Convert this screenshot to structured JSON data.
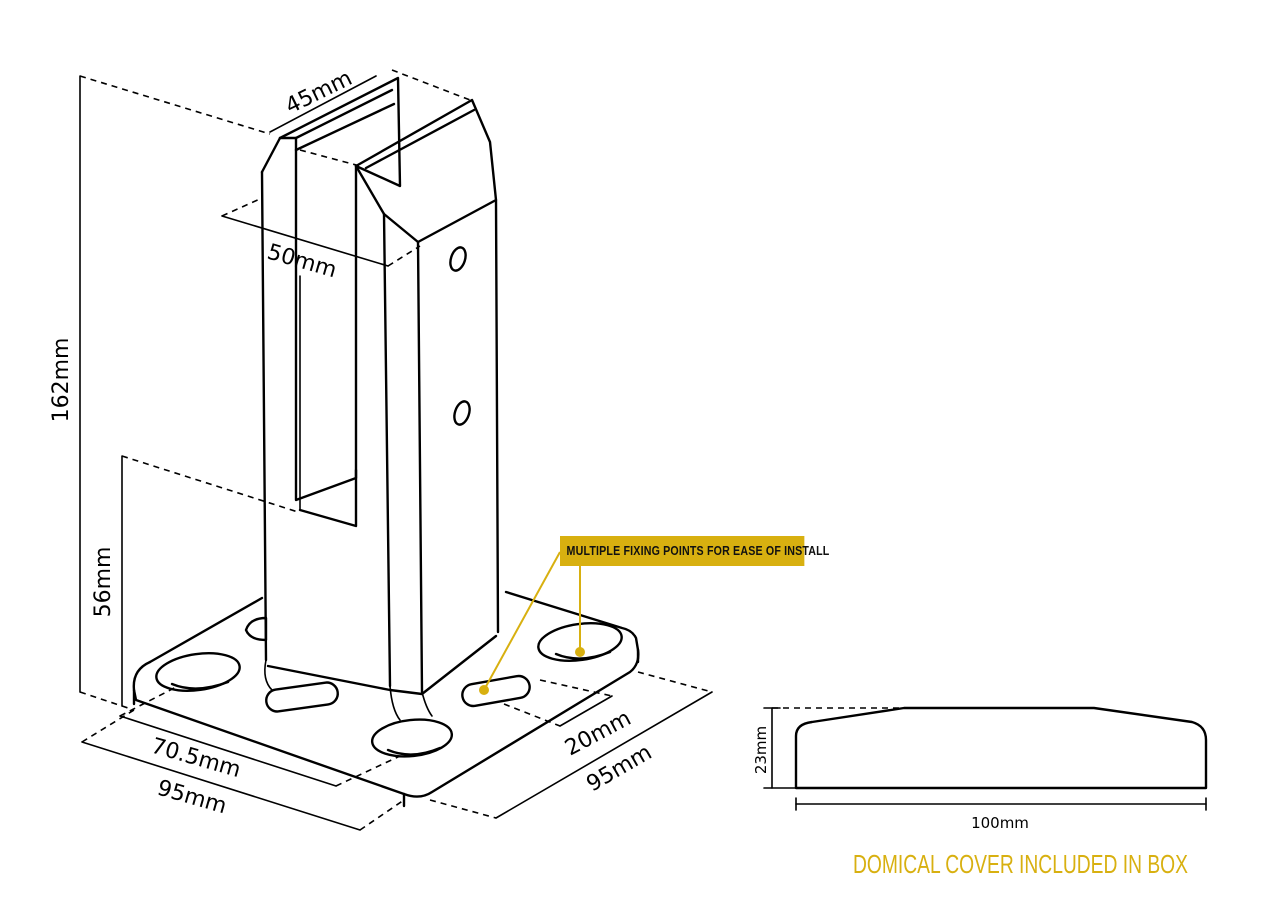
{
  "dimensions": {
    "height_total": "162mm",
    "slot_width": "45mm",
    "post_depth": "50mm",
    "base_height": "56mm",
    "hole_spacing": "70.5mm",
    "base_width_front": "95mm",
    "slot_length": "20mm",
    "base_width_side": "95mm"
  },
  "callouts": {
    "fixing_points": "MULTIPLE FIXING POINTS FOR EASE OF INSTALL"
  },
  "cover": {
    "height": "23mm",
    "width": "100mm",
    "caption": "DOMICAL COVER INCLUDED IN BOX"
  },
  "colors": {
    "accent": "#d8b010",
    "line": "#000000"
  }
}
